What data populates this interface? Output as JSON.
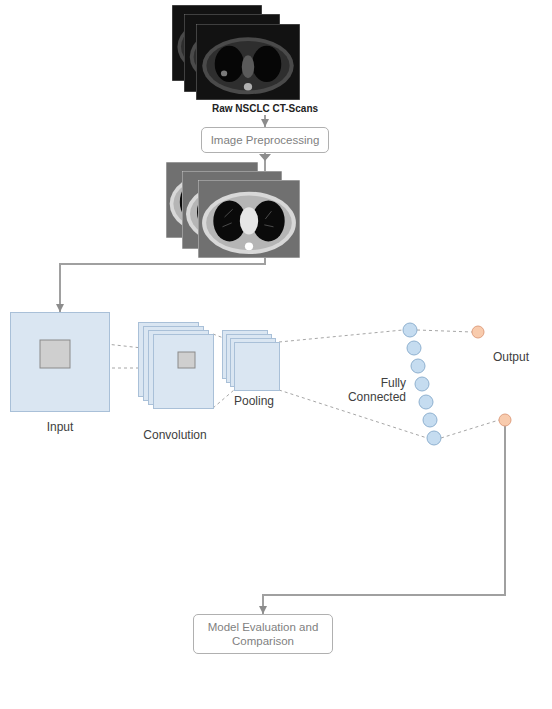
{
  "diagram": {
    "nodes": [
      {
        "text": [
          "Raw NSCLC CT-Scans"
        ]
      },
      {
        "text": [
          "Image Preprocessing"
        ]
      },
      {
        "text": [
          "Input"
        ]
      },
      {
        "text": [
          "Convolution"
        ]
      },
      {
        "text": [
          "Pooling"
        ]
      },
      {
        "text": [
          "Fully Connected"
        ]
      },
      {
        "text": [
          "Output"
        ]
      },
      {
        "text": [
          "Model Evaluation and Comparison"
        ]
      }
    ],
    "edges": [
      {
        "from": 0,
        "to": 1,
        "arrow": "to"
      },
      {
        "from": 1,
        "to": 2,
        "arrow": "to"
      },
      {
        "from": 2,
        "to": 3,
        "arrow": "none"
      },
      {
        "from": 3,
        "to": 4,
        "arrow": "none"
      },
      {
        "from": 4,
        "to": 5,
        "arrow": "none"
      },
      {
        "from": 5,
        "to": 6,
        "arrow": "none"
      },
      {
        "from": 6,
        "to": 7,
        "arrow": "to"
      }
    ]
  }
}
